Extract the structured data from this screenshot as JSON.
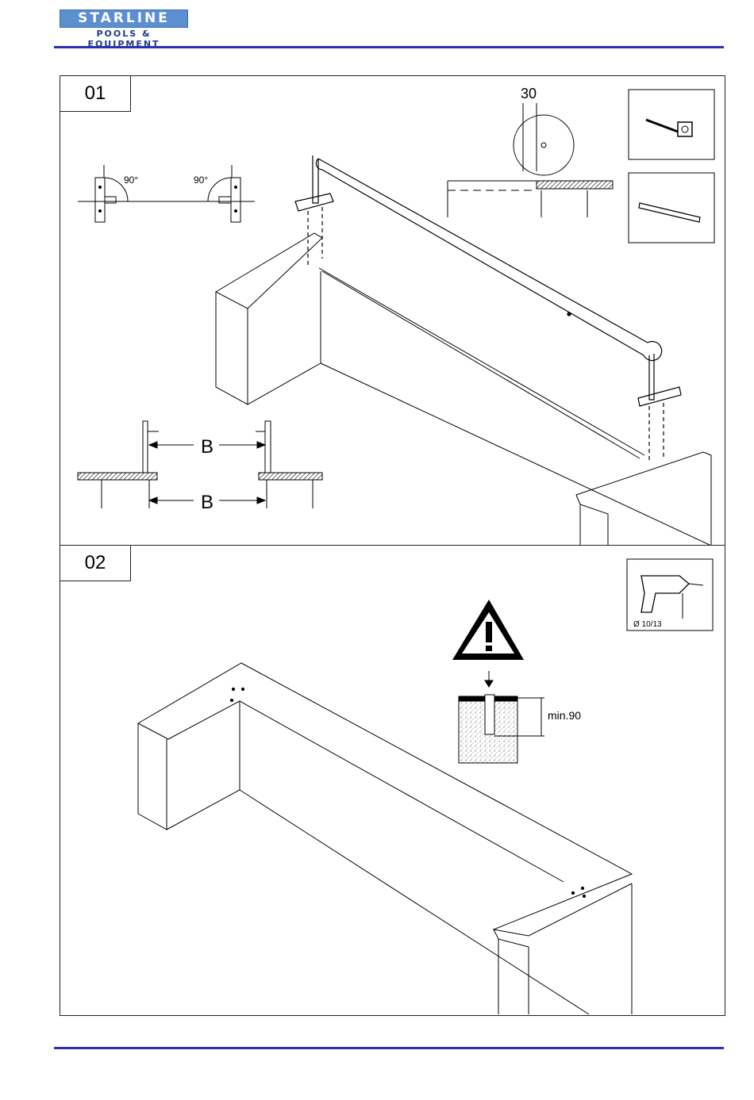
{
  "brand": {
    "name": "STARLINE",
    "tagline": "POOLS & EQUIPMENT"
  },
  "step1": {
    "number": "01",
    "angle_left": "90°",
    "angle_right": "90°",
    "offset_label": "30",
    "distance_top": "B",
    "distance_bottom": "B",
    "tools": [
      "tape-measure-icon",
      "pencil-icon"
    ]
  },
  "step2": {
    "number": "02",
    "drill_label": "Ø 10/13",
    "depth_label": "min.90",
    "tools": [
      "drill-icon",
      "warning-icon"
    ]
  },
  "colors": {
    "brand_blue": "#5b8fd0",
    "rule_blue": "#2b2fb0"
  }
}
